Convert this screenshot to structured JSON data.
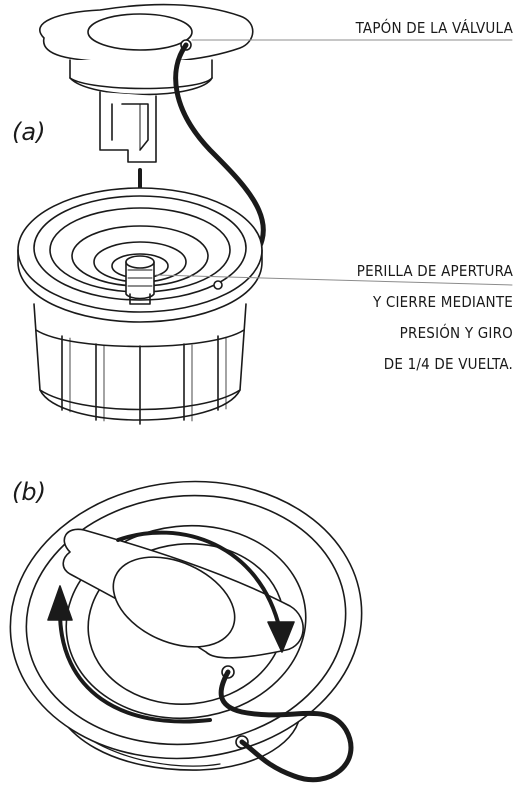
{
  "panels": {
    "a": "(a)",
    "b": "(b)"
  },
  "callouts": {
    "cap": "TAPÓN DE LA VÁLVULA",
    "knob_lines": [
      "PERILLA DE APERTURA",
      "Y CIERRE MEDIANTE",
      "PRESIÓN Y GIRO",
      "DE 1/4 DE VUELTA."
    ]
  },
  "colors": {
    "line": "#1a1a1a",
    "cord": "#1a1a1a",
    "leader": "#8c8c8c",
    "background": "#ffffff"
  }
}
